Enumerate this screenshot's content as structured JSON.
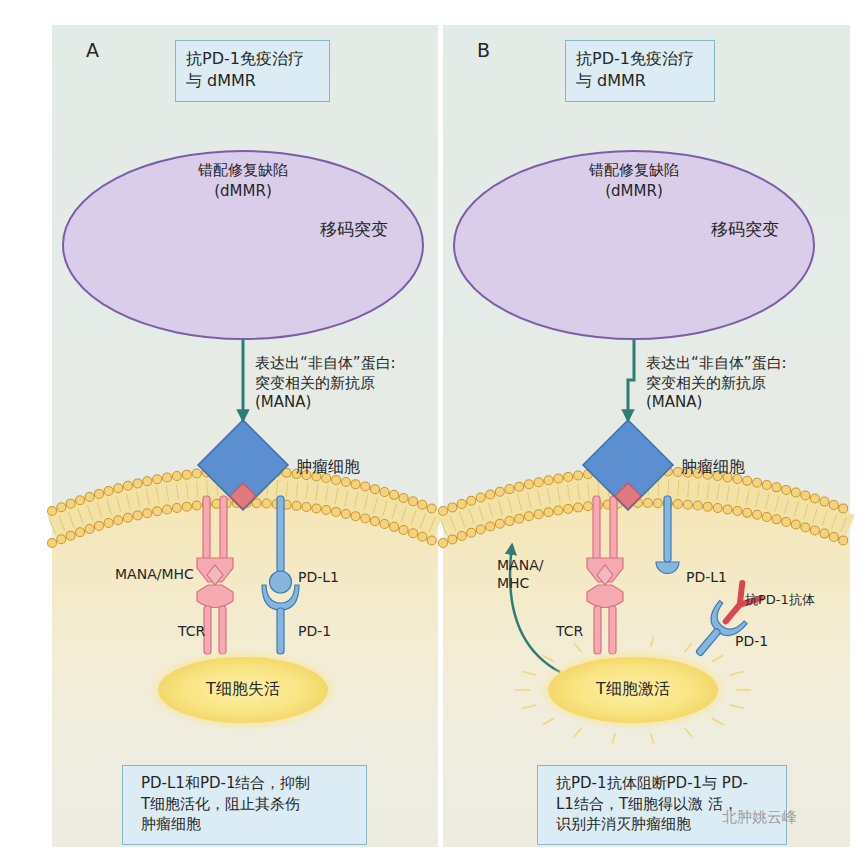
{
  "diagram": {
    "nodes": [
      {
        "text": [
          "A"
        ]
      },
      {
        "text": [
          "抗PD-1免疫治疗 与 dMMR"
        ],
        "in": 0
      },
      {
        "text": [
          "错配修复缺陷 (dMMR)",
          "移码突变"
        ],
        "in": 0
      },
      {
        "text": [
          "肿瘤细胞"
        ],
        "in": 0
      },
      {
        "text": [
          "T细胞失活"
        ],
        "in": 0
      },
      {
        "text": [
          "PD-L1和PD-1结合，抑制 T细胞活化，阻止其杀伤 肿瘤细胞"
        ],
        "in": 0
      },
      {
        "text": [
          "B"
        ]
      },
      {
        "text": [
          "抗PD-1免疫治疗 与 dMMR"
        ],
        "in": 6
      },
      {
        "text": [
          "错配修复缺陷 (dMMR)",
          "移码突变"
        ],
        "in": 6
      },
      {
        "text": [
          "肿瘤细胞"
        ],
        "in": 6
      },
      {
        "text": [
          "T细胞激活"
        ],
        "in": 6
      },
      {
        "text": [
          "抗PD-1抗体阻断PD-1与 PD-L1结合，T细胞得以激 活，识别并消灭肿瘤细胞"
        ],
        "in": 6
      }
    ],
    "edges": [
      {
        "from": 2,
        "to": 3,
        "arrow": "to",
        "label": "表达出“非自体”蛋白: 突变相关的新抗原 (MANA)"
      },
      {
        "from": 8,
        "to": 9,
        "arrow": "to",
        "label": "表达出“非自体”蛋白: 突变相关的新抗原 (MANA)"
      }
    ],
    "labels": [
      "MANA/MHC",
      "TCR",
      "PD-L1",
      "PD-1",
      "MANA/ MHC",
      "TCR",
      "PD-L1",
      "抗PD-1抗体",
      "PD-1",
      "北肿姚云峰"
    ]
  }
}
